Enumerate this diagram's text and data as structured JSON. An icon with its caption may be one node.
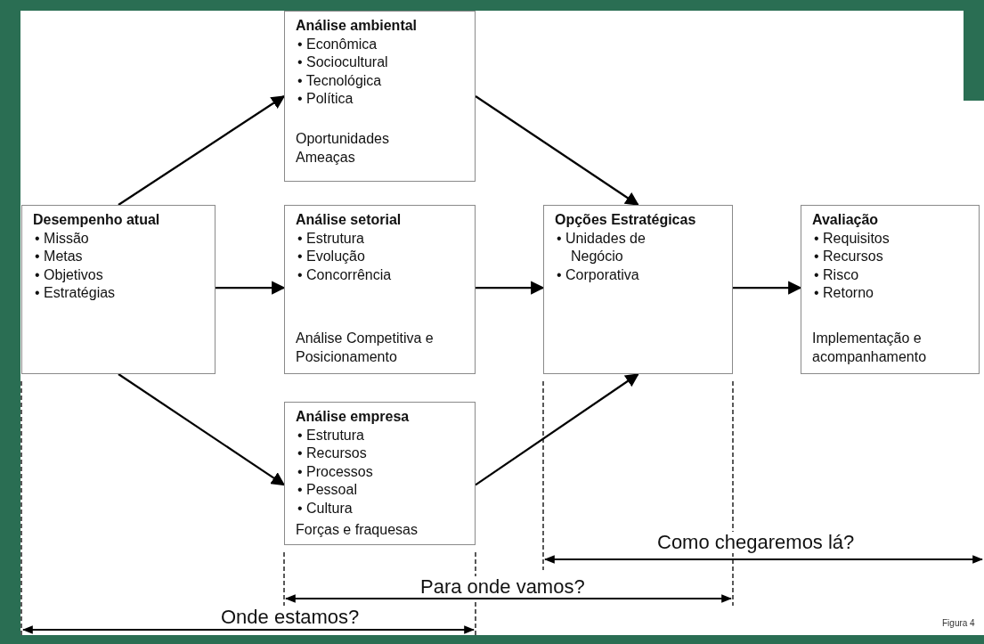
{
  "diagram": {
    "nodes": [
      {
        "text": [
          "Desempenho atual",
          "• Missão",
          "• Metas",
          "• Objetivos",
          "• Estratégias"
        ]
      },
      {
        "text": [
          "Análise ambiental",
          "• Econômica",
          "• Sociocultural",
          "• Tecnológica",
          "• Política",
          "Oportunidades",
          "Ameaças"
        ]
      },
      {
        "text": [
          "Análise setorial",
          "• Estrutura",
          "• Evolução",
          "• Concorrência",
          "Análise Competitiva e Posicionamento"
        ]
      },
      {
        "text": [
          "Análise empresa",
          "• Estrutura",
          "• Recursos",
          "• Processos",
          "• Pessoal",
          "• Cultura",
          "Forças e fraquesas"
        ]
      },
      {
        "text": [
          "Opções Estratégicas",
          "• Unidades de Negócio",
          "• Corporativa"
        ]
      },
      {
        "text": [
          "Avaliação",
          "• Requisitos",
          "• Recursos",
          "• Risco",
          "• Retorno",
          "Implementação e acompanhamento"
        ]
      }
    ],
    "edges": [
      {
        "from": 0,
        "to": 1,
        "arrow": "to"
      },
      {
        "from": 0,
        "to": 2,
        "arrow": "to"
      },
      {
        "from": 0,
        "to": 3,
        "arrow": "to"
      },
      {
        "from": 1,
        "to": 4,
        "arrow": "to"
      },
      {
        "from": 2,
        "to": 4,
        "arrow": "to"
      },
      {
        "from": 3,
        "to": 4,
        "arrow": "to"
      },
      {
        "from": 4,
        "to": 5,
        "arrow": "to"
      }
    ],
    "labels": [
      "Como chegaremos lá?",
      "Para onde vamos?",
      "Onde estamos?",
      "Figura 4"
    ]
  }
}
